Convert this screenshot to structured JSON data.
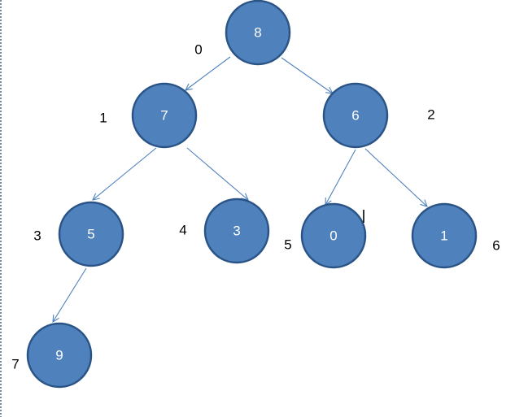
{
  "diagram": {
    "type": "binary-tree",
    "colors": {
      "node_fill": "#4f81bd",
      "node_stroke": "#2b5486",
      "node_text": "#ffffff",
      "edge": "#4f81bd",
      "index_text": "#000000"
    },
    "nodes": [
      {
        "id": "n0",
        "value": "8",
        "index": "0"
      },
      {
        "id": "n1",
        "value": "7",
        "index": "1"
      },
      {
        "id": "n2",
        "value": "6",
        "index": "2"
      },
      {
        "id": "n3",
        "value": "5",
        "index": "3"
      },
      {
        "id": "n4",
        "value": "3",
        "index": "4"
      },
      {
        "id": "n5",
        "value": "0",
        "index": "5"
      },
      {
        "id": "n6",
        "value": "1",
        "index": "6"
      },
      {
        "id": "n7",
        "value": "9",
        "index": "7"
      }
    ],
    "edges": [
      {
        "from": "n0",
        "to": "n1"
      },
      {
        "from": "n0",
        "to": "n2"
      },
      {
        "from": "n1",
        "to": "n3"
      },
      {
        "from": "n1",
        "to": "n4"
      },
      {
        "from": "n2",
        "to": "n5"
      },
      {
        "from": "n2",
        "to": "n6"
      },
      {
        "from": "n3",
        "to": "n7"
      }
    ]
  }
}
